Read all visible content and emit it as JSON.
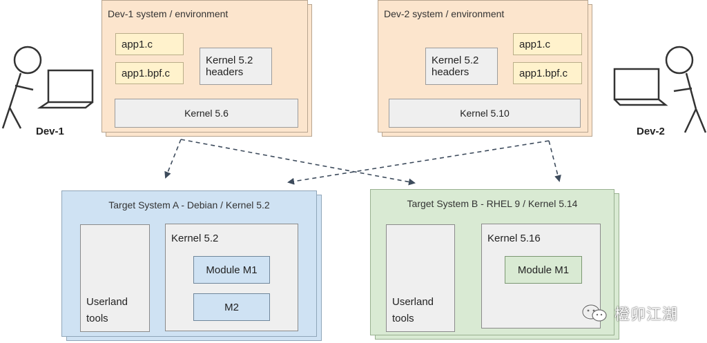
{
  "dev1": {
    "label": "Dev-1",
    "panel_title": "Dev-1 system / environment",
    "files": [
      "app1.c",
      "app1.bpf.c"
    ],
    "headers_line1": "Kernel 5.2",
    "headers_line2": "headers",
    "kernel": "Kernel 5.6"
  },
  "dev2": {
    "label": "Dev-2",
    "panel_title": "Dev-2 system / environment",
    "files": [
      "app1.c",
      "app1.bpf.c"
    ],
    "headers_line1": "Kernel 5.2",
    "headers_line2": "headers",
    "kernel": "Kernel 5.10"
  },
  "target_a": {
    "title": "Target System A - Debian / Kernel 5.2",
    "userland_line1": "Userland",
    "userland_line2": "tools",
    "kernel": "Kernel 5.2",
    "modules": [
      "Module M1",
      "M2"
    ]
  },
  "target_b": {
    "title": "Target System B - RHEL 9 / Kernel 5.14",
    "userland_line1": "Userland",
    "userland_line2": "tools",
    "kernel": "Kernel 5.16",
    "modules": [
      "Module M1"
    ]
  },
  "watermark": "橙卯江湖",
  "colors": {
    "dev_panel": "#fce5cd",
    "target_a": "#cfe2f3",
    "target_b": "#d9ead3",
    "file_box": "#fff2cc",
    "kernel_box": "#efefef"
  }
}
